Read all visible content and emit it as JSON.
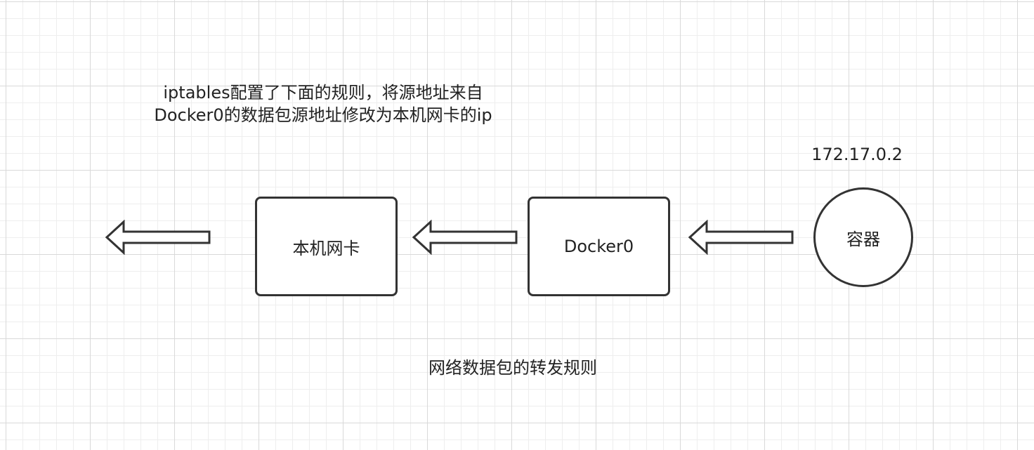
{
  "annotation": {
    "line1": "iptables配置了下面的规则，将源地址来自",
    "line2": "Docker0的数据包源地址修改为本机网卡的ip"
  },
  "nodes": {
    "nic": "本机网卡",
    "docker0": "Docker0",
    "container": "容器"
  },
  "container_ip": "172.17.0.2",
  "caption": "网络数据包的转发规则",
  "colors": {
    "stroke": "#333333",
    "text": "#222222",
    "grid_major": "#d9d9d9",
    "grid_minor": "#eeeeee"
  }
}
